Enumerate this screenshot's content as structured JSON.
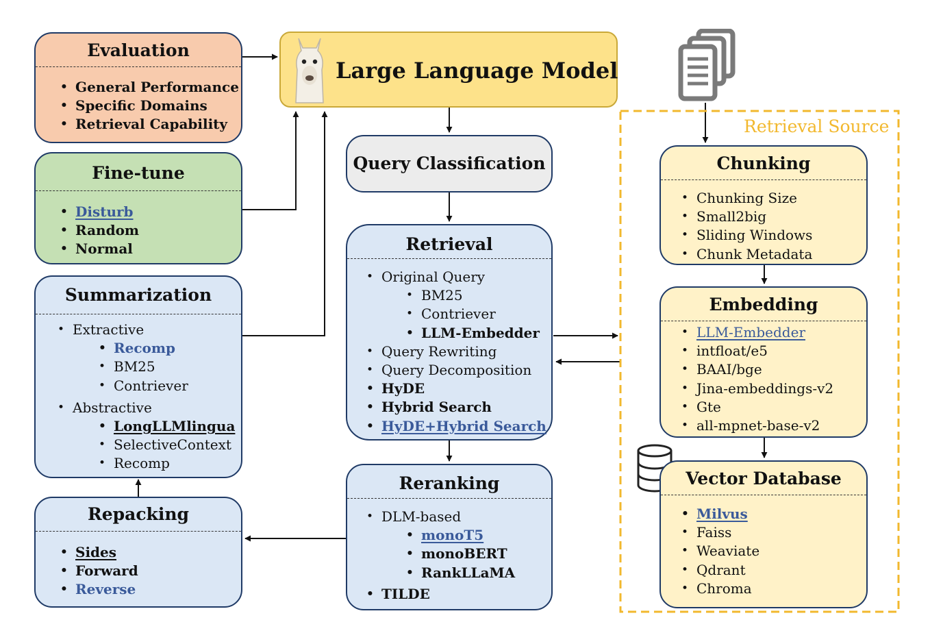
{
  "llm": {
    "title": "Large Language Model"
  },
  "query_classification": {
    "title": "Query Classification"
  },
  "retrieval_source": {
    "label": "Retrieval Source"
  },
  "evaluation": {
    "title": "Evaluation",
    "items": [
      "General Performance",
      "Specific Domains",
      "Retrieval Capability"
    ]
  },
  "finetune": {
    "title": "Fine-tune",
    "items": [
      "Disturb",
      "Random",
      "Normal"
    ]
  },
  "summarization": {
    "title": "Summarization",
    "items": [
      "Extractive",
      "Recomp",
      "BM25",
      "Contriever",
      "Abstractive",
      "LongLLMlingua",
      "SelectiveContext",
      "Recomp"
    ]
  },
  "repacking": {
    "title": "Repacking",
    "items": [
      "Sides",
      "Forward",
      "Reverse"
    ]
  },
  "retrieval": {
    "title": "Retrieval",
    "items": [
      "Original Query",
      "BM25",
      "Contriever",
      "LLM-Embedder",
      "Query Rewriting",
      "Query Decomposition",
      "HyDE",
      "Hybrid Search",
      "HyDE+Hybrid Search"
    ]
  },
  "reranking": {
    "title": "Reranking",
    "items": [
      "DLM-based",
      "monoT5",
      "monoBERT",
      "RankLLaMA",
      "TILDE"
    ]
  },
  "chunking": {
    "title": "Chunking",
    "items": [
      "Chunking Size",
      "Small2big",
      "Sliding Windows",
      "Chunk Metadata"
    ]
  },
  "embedding": {
    "title": "Embedding",
    "items": [
      "LLM-Embedder",
      "intfloat/e5",
      "BAAI/bge",
      "Jina-embeddings-v2",
      "Gte",
      "all-mpnet-base-v2"
    ]
  },
  "vector_db": {
    "title": "Vector Database",
    "items": [
      "Milvus",
      "Faiss",
      "Weaviate",
      "Qdrant",
      "Chroma"
    ]
  },
  "colors": {
    "evaluation": "#f8cbad",
    "finetune": "#c5e0b4",
    "blue_box": "#dbe7f5",
    "llm": "#fde28a",
    "source_box": "#fff2c8",
    "query_classification": "#ececec",
    "source_border": "#f2b82e",
    "link_blue": "#3a5a9a"
  }
}
